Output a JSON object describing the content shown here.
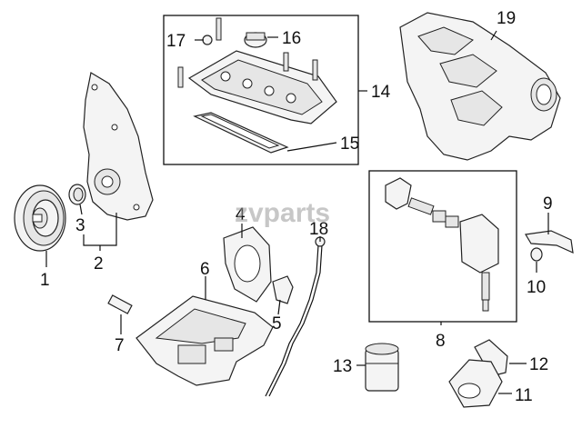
{
  "watermark": "zvparts",
  "callouts": [
    {
      "id": "1",
      "text": "1"
    },
    {
      "id": "2",
      "text": "2"
    },
    {
      "id": "3",
      "text": "3"
    },
    {
      "id": "4",
      "text": "4"
    },
    {
      "id": "5",
      "text": "5"
    },
    {
      "id": "6",
      "text": "6"
    },
    {
      "id": "7",
      "text": "7"
    },
    {
      "id": "8",
      "text": "8"
    },
    {
      "id": "9",
      "text": "9"
    },
    {
      "id": "10",
      "text": "10"
    },
    {
      "id": "11",
      "text": "11"
    },
    {
      "id": "12",
      "text": "12"
    },
    {
      "id": "13",
      "text": "13"
    },
    {
      "id": "14",
      "text": "14"
    },
    {
      "id": "15",
      "text": "15"
    },
    {
      "id": "16",
      "text": "16"
    },
    {
      "id": "17",
      "text": "17"
    },
    {
      "id": "18",
      "text": "18"
    },
    {
      "id": "19",
      "text": "19"
    }
  ]
}
